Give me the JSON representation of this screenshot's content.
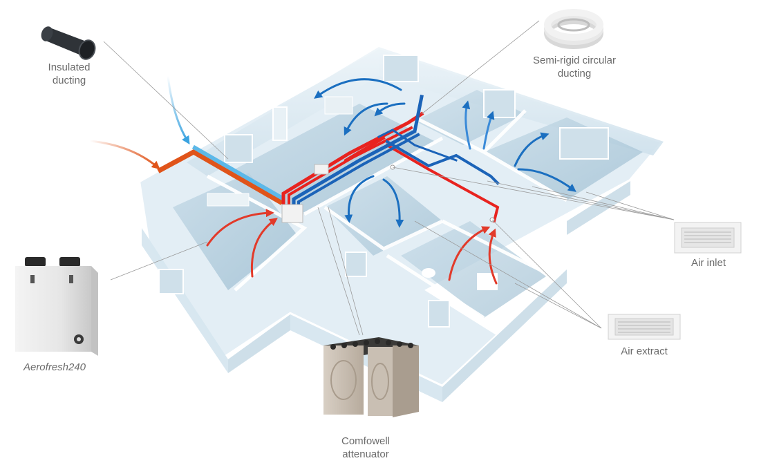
{
  "labels": {
    "insulated_ducting": "Insulated\nducting",
    "semi_rigid_ducting": "Semi-rigid circular\nducting",
    "air_inlet": "Air inlet",
    "air_extract": "Air extract",
    "aerofresh": "Aerofresh240",
    "comfowell": "Comfowell\nattenuator"
  },
  "colors": {
    "supply_duct": "#e8231f",
    "extract_duct": "#1b63b8",
    "fresh_air_duct": "#5cb8e8",
    "exhaust_duct": "#e0541a",
    "building_wall": "#dcebf3",
    "building_floor": "#b9d2e0",
    "leader_line": "#9a9a9a",
    "label_text": "#6b6b6b"
  }
}
